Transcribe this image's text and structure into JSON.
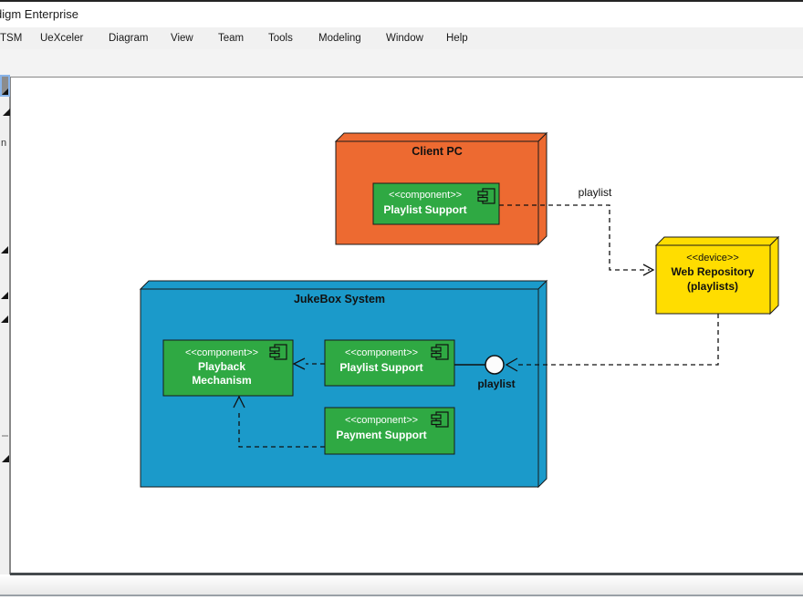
{
  "window": {
    "title_fragment": "digm Enterprise"
  },
  "menu": {
    "items": [
      "TSM",
      "UeXceler",
      "Diagram",
      "View",
      "Team",
      "Tools",
      "Modeling",
      "Window",
      "Help"
    ]
  },
  "palette": {
    "partial_label": "n"
  },
  "diagram": {
    "colors": {
      "node_client": "#ED6A31",
      "node_jukebox": "#1B9ACA",
      "node_device": "#FFDD00",
      "component": "#2FA943",
      "interface_ball": "#fcfcfc"
    },
    "nodes": {
      "client_pc": {
        "title": "Client PC"
      },
      "jukebox": {
        "title": "JukeBox System"
      },
      "web_repository": {
        "stereotype": "<<device>>",
        "name": "Web Repository",
        "qualifier": "(playlists)"
      }
    },
    "components": {
      "client_playlist": {
        "stereotype": "<<component>>",
        "name": "Playlist Support"
      },
      "playback": {
        "stereotype": "<<component>>",
        "name_line1": "Playback",
        "name_line2": "Mechanism"
      },
      "jukebox_playlist": {
        "stereotype": "<<component>>",
        "name": "Playlist Support"
      },
      "payment": {
        "stereotype": "<<component>>",
        "name": "Payment Support"
      }
    },
    "labels": {
      "client_web_link": "playlist",
      "interface": "playlist"
    }
  }
}
